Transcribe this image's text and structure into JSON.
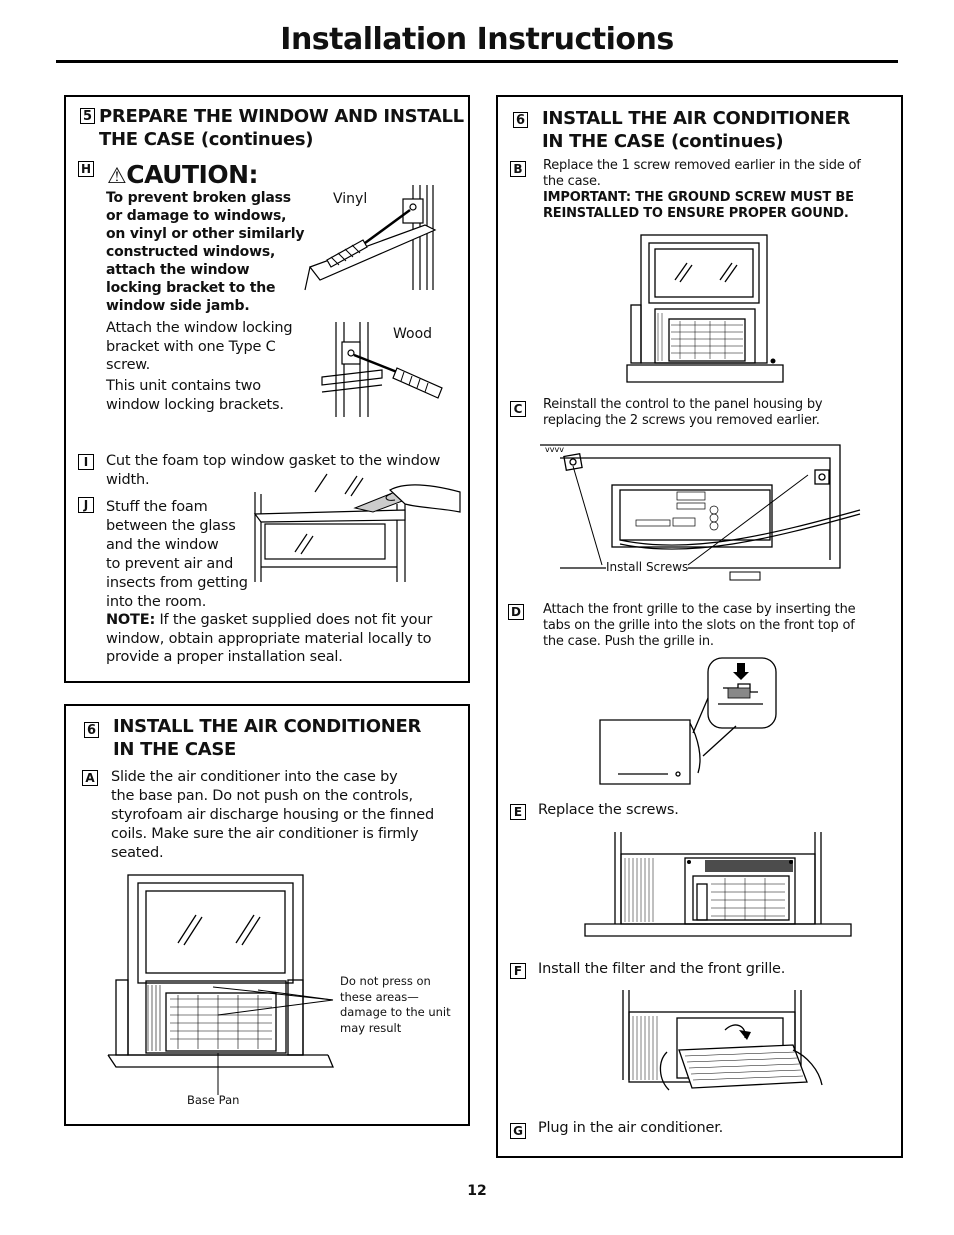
{
  "page": {
    "title": "Installation Instructions",
    "page_number": "12"
  },
  "box5": {
    "number": "5",
    "heading_line1": "PREPARE THE WINDOW AND INSTALL",
    "heading_line2": "THE CASE (continues)",
    "step_h": {
      "letter": "H",
      "caution": "CAUTION:",
      "bold_lines": [
        "To prevent broken glass",
        "or damage to windows,",
        "on vinyl or other similarly",
        "constructed windows,",
        "attach the window",
        "locking bracket to the",
        "window side jamb."
      ],
      "text1_lines": [
        "Attach the window locking",
        "bracket with one Type C",
        "screw."
      ],
      "text2_lines": [
        "This unit contains two",
        "window locking brackets."
      ],
      "vinyl_label": "Vinyl",
      "wood_label": "Wood"
    },
    "step_i": {
      "letter": "I",
      "lines": [
        "Cut the foam top window gasket to the window",
        "width."
      ]
    },
    "step_j": {
      "letter": "J",
      "lines": [
        "Stuff the foam",
        "between the glass",
        "and the window",
        "to prevent air and",
        "insects from getting",
        "into the room."
      ],
      "note_label": "NOTE:",
      "note_line1": " If the gasket supplied does not fit your",
      "note_lines": [
        "window, obtain appropriate material locally to",
        "provide a proper installation seal."
      ]
    }
  },
  "box6a": {
    "number": "6",
    "heading_line1": "INSTALL THE AIR CONDITIONER",
    "heading_line2": "IN THE CASE",
    "step_a": {
      "letter": "A",
      "lines": [
        "Slide the air conditioner into the case by",
        "the base pan. Do not push on the controls,",
        "styrofoam air discharge housing or the finned",
        "coils. Make sure the air conditioner is firmly",
        "seated."
      ]
    },
    "callout_lines": [
      "Do not press on",
      "these areas—",
      "damage to the unit",
      "may result"
    ],
    "base_pan_label": "Base Pan"
  },
  "box6b": {
    "number": "6",
    "heading_line1": "INSTALL THE AIR CONDITIONER",
    "heading_line2": "IN THE CASE (continues)",
    "step_b": {
      "letter": "B",
      "lines": [
        "Replace the 1 screw removed earlier in the side of",
        "the case."
      ],
      "important_lines": [
        "IMPORTANT:  THE GROUND SCREW MUST BE",
        "REINSTALLED TO ENSURE PROPER GOUND."
      ]
    },
    "step_c": {
      "letter": "C",
      "lines": [
        "Reinstall the control to the panel housing by",
        "replacing the 2 screws you removed earlier."
      ],
      "install_screws_label": "Install Screws"
    },
    "step_d": {
      "letter": "D",
      "lines": [
        "Attach the front grille to the case by inserting the",
        "tabs on the grille into the slots on the front top of",
        "the case. Push the grille in."
      ]
    },
    "step_e": {
      "letter": "E",
      "text": "Replace the screws."
    },
    "step_f": {
      "letter": "F",
      "text": "Install the filter and the front grille."
    },
    "step_g": {
      "letter": "G",
      "text": "Plug in the air conditioner."
    }
  }
}
